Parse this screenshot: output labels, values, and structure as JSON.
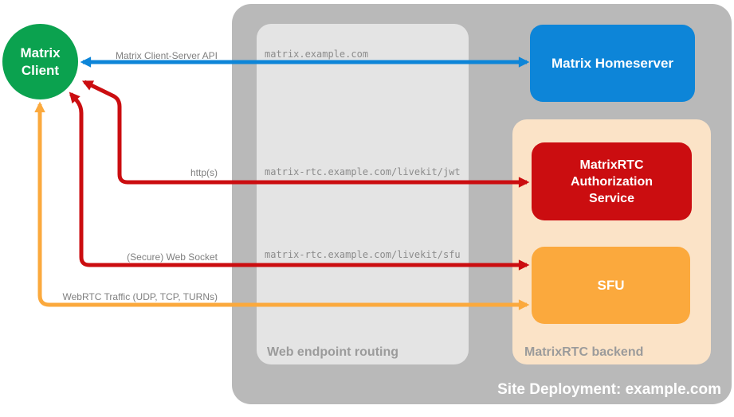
{
  "colors": {
    "canvas_bg": "#ffffff",
    "site_container": "#b9b9b9",
    "routing_box": "#e4e4e4",
    "backend_container": "#fbe3c7",
    "client_green": "#0ba24f",
    "homeserver_blue": "#0d85d8",
    "auth_red": "#cb0d10",
    "sfu_orange": "#fba93d",
    "arrow_blue": "#0d85d8",
    "arrow_red": "#cb0d10",
    "arrow_orange": "#fba93d",
    "label_gray": "#7f7f7f",
    "container_label_gray": "#9b9b9b",
    "endpoint_text_gray": "#8c8c8c"
  },
  "nodes": {
    "client": {
      "label": "Matrix Client"
    },
    "homeserver": {
      "label": "Matrix Homeserver"
    },
    "auth": {
      "label": "MatrixRTC Authorization Service"
    },
    "sfu": {
      "label": "SFU"
    }
  },
  "containers": {
    "site": {
      "label": "Site Deployment: example.com"
    },
    "routing": {
      "label": "Web endpoint routing"
    },
    "backend": {
      "label": "MatrixRTC backend"
    }
  },
  "endpoints": [
    "matrix.example.com",
    "matrix-rtc.example.com/livekit/jwt",
    "matrix-rtc.example.com/livekit/sfu"
  ],
  "arrows": [
    {
      "label": "Matrix Client-Server API",
      "color": "blue",
      "from": "Matrix Client",
      "to": "Matrix Homeserver",
      "bidirectional": true
    },
    {
      "label": "http(s)",
      "color": "red",
      "from": "Matrix Client",
      "to": "MatrixRTC Authorization Service",
      "bidirectional": true
    },
    {
      "label": "(Secure) Web Socket",
      "color": "red",
      "from": "Matrix Client",
      "to": "SFU",
      "bidirectional": true
    },
    {
      "label": "WebRTC Traffic (UDP, TCP, TURNs)",
      "color": "orange",
      "from": "Matrix Client",
      "to": "SFU",
      "bidirectional": true
    }
  ]
}
